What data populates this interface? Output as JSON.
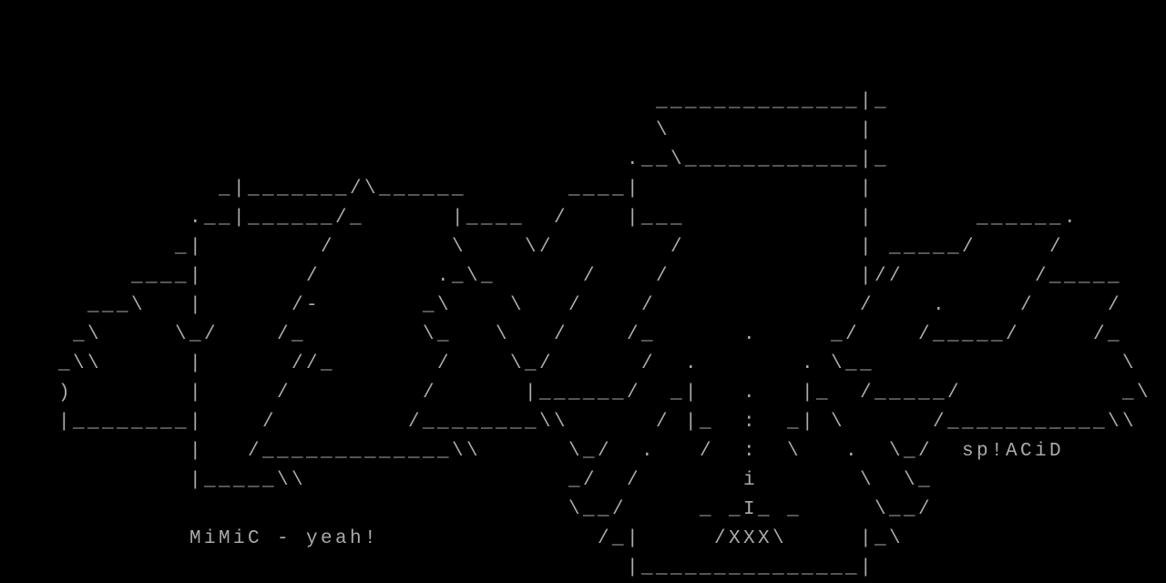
{
  "colors": {
    "background": "#000000",
    "foreground": "#aaaaaa"
  },
  "art": {
    "rows": [
      "                                             ______________|_",
      "                                             \\             |",
      "                                           .__\\____________|_",
      "               _|_______/\\______       ____|               |",
      "             .__|______/_      |____  /    |___            |       ______.",
      "            _|        /        \\    \\/        /            | _____/     /",
      "         ____|       /        ._\\_      /    /             |//         /_____",
      "      ___\\   |      /-       _\\    \\   /    /              /    .     /     /",
      "     _\\     \\_/    /_        \\_   \\   /    /_      .     _/    /_____/     /_",
      "    _\\\\      |      //_       /    \\_/      /  .       . \\__                 \\",
      "    )        |     /         /      |______/  _|   .   |_  /_____/           _\\",
      "    |________|    /         /________\\\\      / |_  :  _| \\      /___________\\\\",
      "             |   /_____________\\\\      \\_/  .   /  :  \\   .  \\_/",
      "             |_____\\\\                  _/  /       i       \\  \\_",
      "                                       \\__/     _ _I_ _     \\__/",
      "                                         /_|     /XXX\\     |_\\",
      "                                           |_______________|"
    ]
  },
  "labels": {
    "left": "MiMiC - yeah!",
    "right": "sp!ACiD"
  }
}
